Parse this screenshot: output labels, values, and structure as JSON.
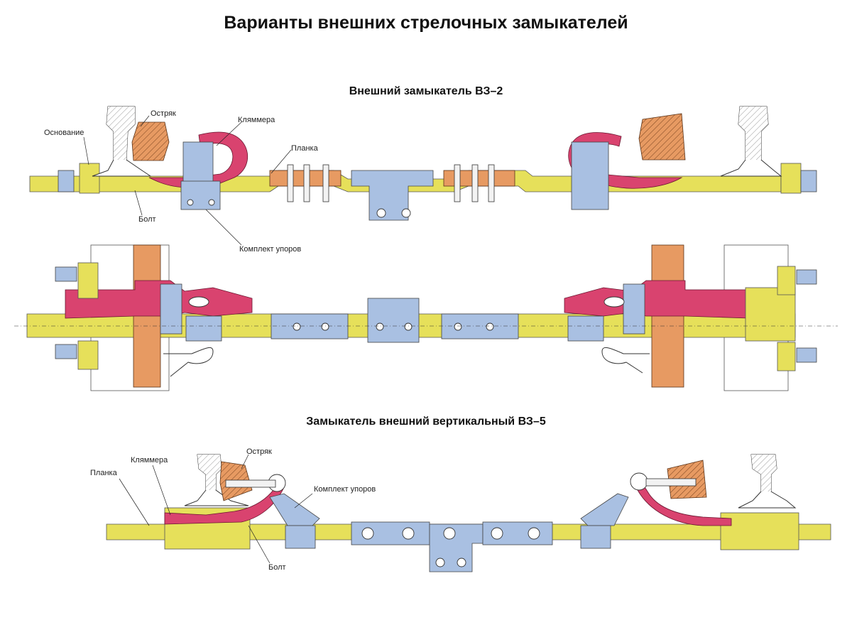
{
  "title": "Варианты внешних стрелочных замыкателей",
  "section_vz2": {
    "title": "Внешний замыкатель ВЗ–2",
    "labels": {
      "osnovanie": "Основание",
      "ostryak": "Остряк",
      "klyammera": "Кляммера",
      "planka": "Планка",
      "bolt": "Болт",
      "komplekt": "Комплект упоров"
    }
  },
  "section_vz5": {
    "title": "Замыкатель внешний вертикальный ВЗ–5",
    "labels": {
      "klyammera": "Кляммера",
      "ostryak": "Остряк",
      "planka": "Планка",
      "komplekt": "Комплект упоров",
      "bolt": "Болт"
    }
  },
  "colors": {
    "base": "#e6e05a",
    "stops": "#a9c0e2",
    "clamp": "#d9436f",
    "switch_blade": "#e79a62"
  }
}
